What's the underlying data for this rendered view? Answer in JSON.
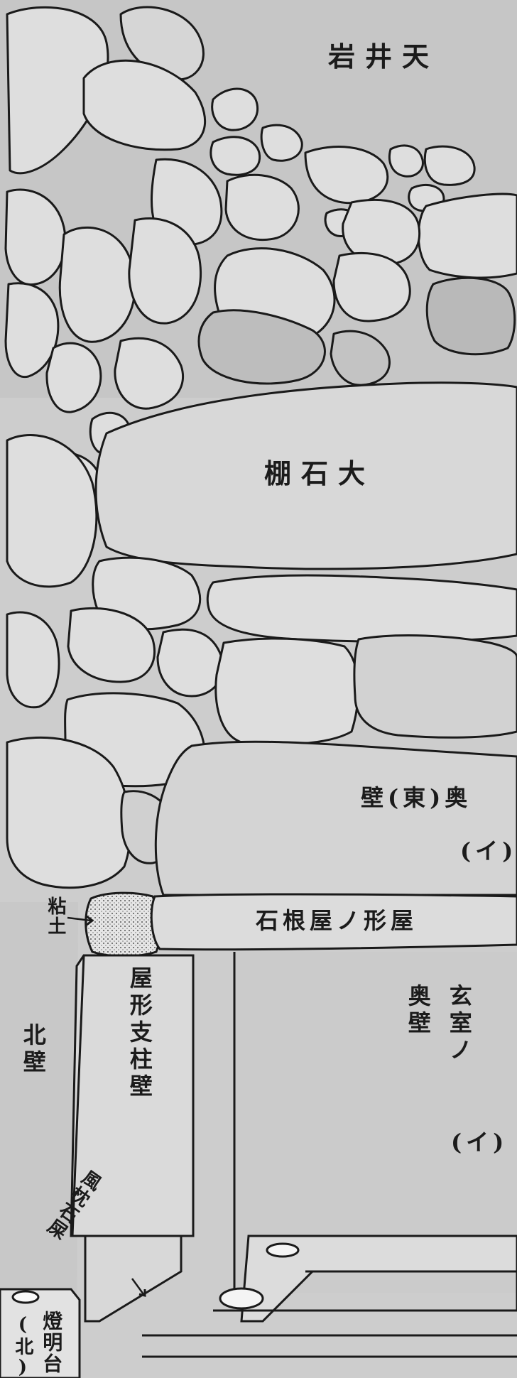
{
  "labels": {
    "ceiling": "岩井天",
    "lintel": "棚石大",
    "back_wall_east": "壁(東)奥",
    "back_wall_east_marker": "(イ)",
    "clay": "粘土",
    "roof_base_stone": "石根屋ノ形屋",
    "north_wall": "北壁",
    "pillar_wall": "屋形支柱壁",
    "chamber_back_wall_a": "玄室ノ",
    "chamber_back_wall_b": "奥壁",
    "chamber_marker": "(イ)",
    "pillow_stone": "風枕石屎",
    "lamp_stand": "燈明台",
    "lamp_stand_dir": "(北)"
  }
}
